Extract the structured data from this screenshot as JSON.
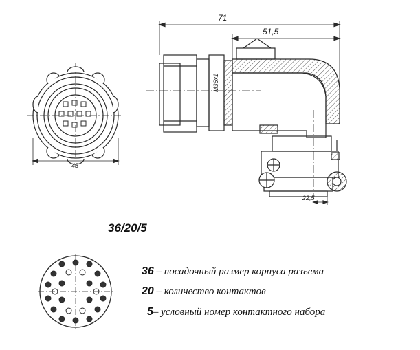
{
  "drawing": {
    "dim_overall_length": "71",
    "dim_body_length": "51,5",
    "dim_thread": "M36x1",
    "dim_flange_diameter": "45",
    "dim_mount_offset": "22,5"
  },
  "code": "36/20/5",
  "legend": [
    {
      "num": "36",
      "text": " – посадочный размер корпуса разъема"
    },
    {
      "num": "20",
      "text": " – количество контактов"
    },
    {
      "num": "5",
      "text": "– условный номер контактного набора"
    }
  ],
  "colors": {
    "line": "#2a2a2a",
    "hatch": "#555555",
    "fill_dark": "#333333"
  }
}
